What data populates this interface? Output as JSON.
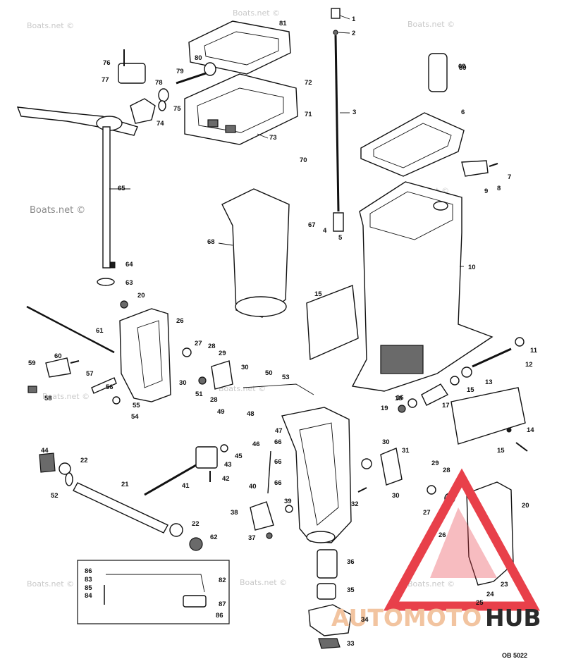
{
  "watermarks": [
    "Boats.net ©",
    "Boats.net ©",
    "Boats.net ©",
    "Boats.net ©",
    "Boats.net ©",
    "Boats.net ©",
    "Boats.net ©",
    "Boats.net ©",
    "Boats.net ©"
  ],
  "watermark_main": "Boats.net ©",
  "logo": {
    "part1": "AUTOMOTO",
    "part2": "HUB",
    "triangle_color": "#e8404a"
  },
  "diagram_code": "OB 5022",
  "callouts": [
    "1",
    "2",
    "3",
    "4",
    "5",
    "6",
    "7",
    "8",
    "9",
    "10",
    "11",
    "12",
    "13",
    "14",
    "15",
    "15",
    "15",
    "16",
    "17",
    "18",
    "19",
    "20",
    "20",
    "21",
    "22",
    "22",
    "23",
    "24",
    "25",
    "26",
    "26",
    "27",
    "27",
    "28",
    "28",
    "28",
    "29",
    "29",
    "30",
    "30",
    "30",
    "30",
    "31",
    "32",
    "33",
    "34",
    "35",
    "36",
    "37",
    "38",
    "39",
    "40",
    "41",
    "42",
    "43",
    "44",
    "45",
    "46",
    "47",
    "48",
    "49",
    "50",
    "51",
    "52",
    "53",
    "54",
    "55",
    "56",
    "57",
    "58",
    "59",
    "60",
    "61",
    "62",
    "63",
    "64",
    "65",
    "66",
    "66",
    "66",
    "67",
    "68",
    "69",
    "70",
    "71",
    "72",
    "73",
    "74",
    "75",
    "76",
    "77",
    "78",
    "79",
    "80",
    "81",
    "82",
    "83",
    "84",
    "85",
    "86",
    "86",
    "87",
    "89"
  ]
}
